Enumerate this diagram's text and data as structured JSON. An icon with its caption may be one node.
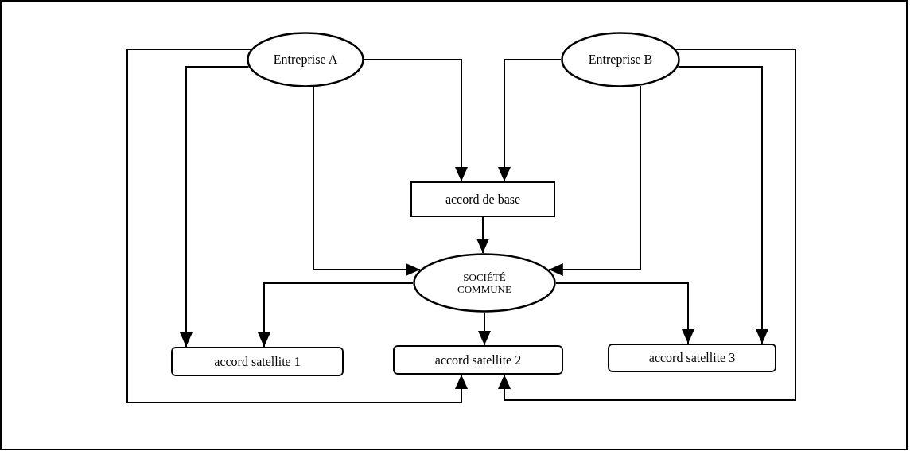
{
  "diagram": {
    "nodes": [
      {
        "text": [
          "Entreprise A"
        ]
      },
      {
        "text": [
          "Entreprise B"
        ]
      },
      {
        "text": [
          "accord de base"
        ]
      },
      {
        "text": [
          "SOCIÉTÉ COMMUNE"
        ]
      },
      {
        "text": [
          "accord satellite 1"
        ]
      },
      {
        "text": [
          "accord satellite 2"
        ]
      },
      {
        "text": [
          "accord satellite 3"
        ]
      }
    ],
    "edges": [
      {
        "from": 0,
        "to": 2,
        "arrow": "to"
      },
      {
        "from": 1,
        "to": 2,
        "arrow": "to"
      },
      {
        "from": 2,
        "to": 3,
        "arrow": "to"
      },
      {
        "from": 0,
        "to": 3,
        "arrow": "to"
      },
      {
        "from": 1,
        "to": 3,
        "arrow": "to"
      },
      {
        "from": 3,
        "to": 4,
        "arrow": "to"
      },
      {
        "from": 3,
        "to": 5,
        "arrow": "to"
      },
      {
        "from": 3,
        "to": 6,
        "arrow": "to"
      },
      {
        "from": 0,
        "to": 4,
        "arrow": "to"
      },
      {
        "from": 0,
        "to": 5,
        "arrow": "to"
      },
      {
        "from": 1,
        "to": 6,
        "arrow": "to"
      },
      {
        "from": 1,
        "to": 5,
        "arrow": "to"
      }
    ]
  }
}
